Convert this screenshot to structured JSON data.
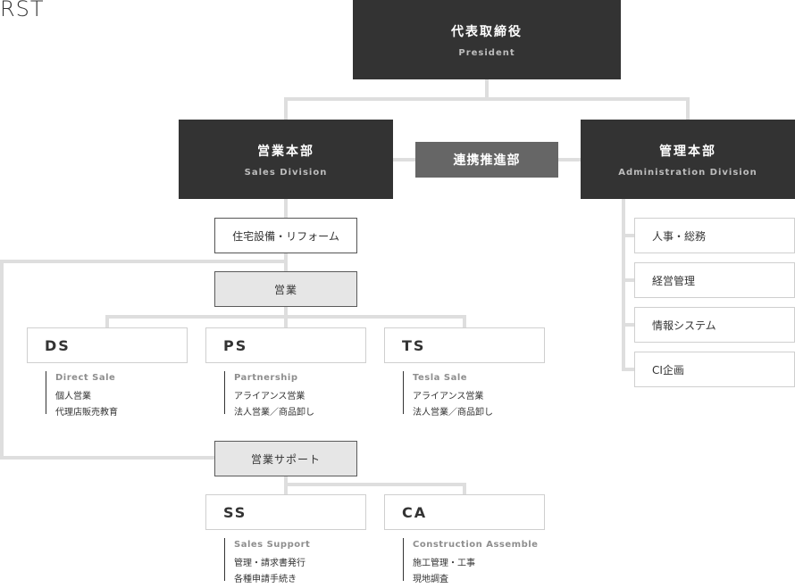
{
  "logo": "RST",
  "president": {
    "jp": "代表取締役",
    "en": "President"
  },
  "sales_division": {
    "jp": "営業本部",
    "en": "Sales Division"
  },
  "liaison": "連携推進部",
  "admin_division": {
    "jp": "管理本部",
    "en": "Administration Division"
  },
  "housing": "住宅設備・リフォーム",
  "sales": "営業",
  "units": [
    {
      "code": "DS",
      "en": "Direct Sale",
      "items": [
        "個人営業",
        "代理店販売教育"
      ]
    },
    {
      "code": "PS",
      "en": "Partnership",
      "items": [
        "アライアンス営業",
        "法人営業／商品卸し"
      ]
    },
    {
      "code": "TS",
      "en": "Tesla Sale",
      "items": [
        "アライアンス営業",
        "法人営業／商品卸し"
      ]
    }
  ],
  "sales_support": "営業サポート",
  "support_units": [
    {
      "code": "SS",
      "en": "Sales Support",
      "items": [
        "管理・請求書発行",
        "各種申請手続き"
      ]
    },
    {
      "code": "CA",
      "en": "Construction Assemble",
      "items": [
        "施工管理・工事",
        "現地調査"
      ]
    }
  ],
  "admin_units": [
    "人事・総務",
    "経営管理",
    "情報システム",
    "CI企画"
  ],
  "colors": {
    "dark": "#333333",
    "mid": "#666666",
    "line": "#dedede",
    "gray_box": "#e6e6e6"
  }
}
